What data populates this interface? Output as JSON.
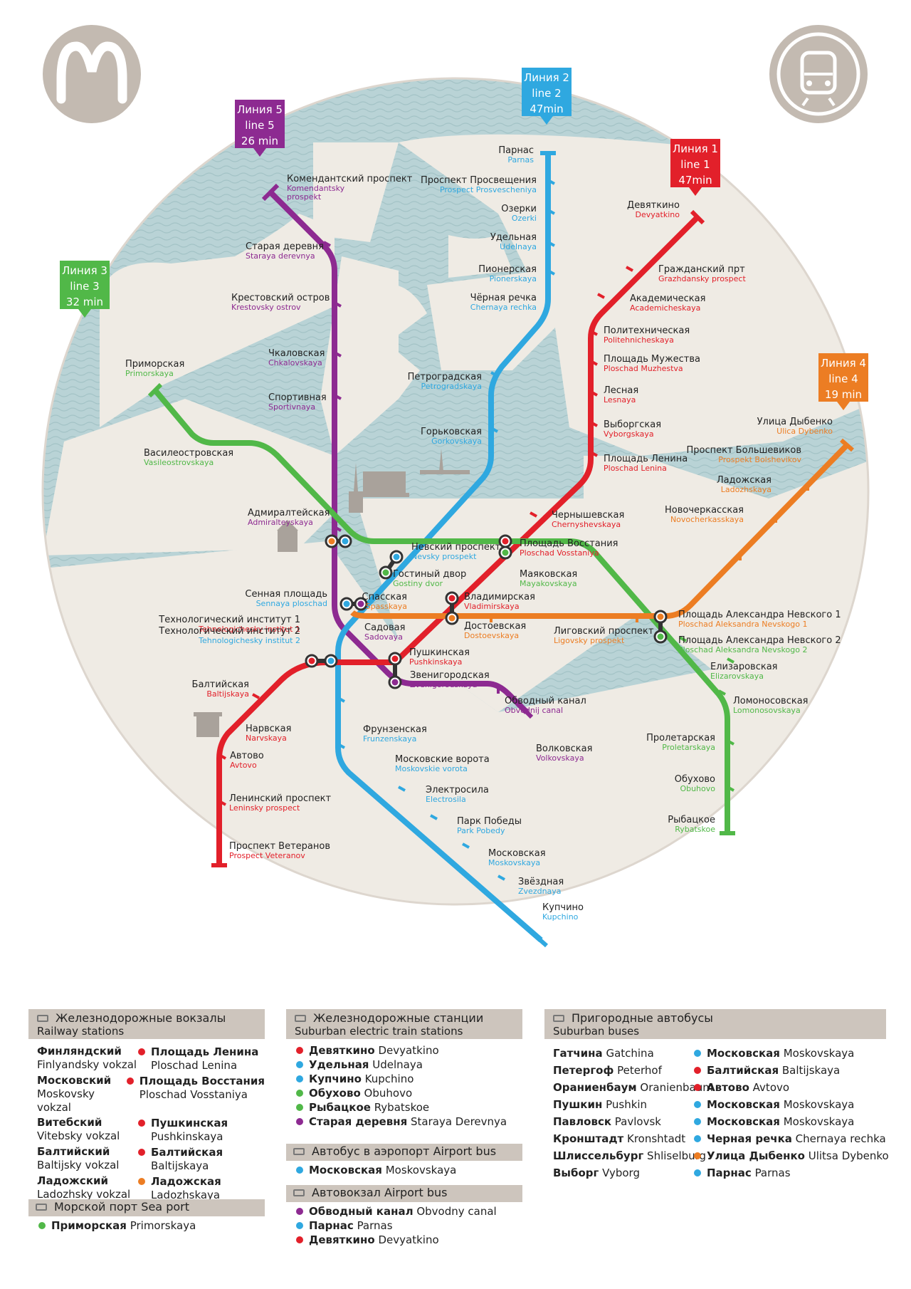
{
  "colors": {
    "line1": "#e2202a",
    "line2": "#2fa8e0",
    "line3": "#51b848",
    "line4": "#ec7d23",
    "line5": "#8d2a91",
    "water": "#b9d3d6",
    "land": "#efebe4",
    "legend_header": "#cdc5bd",
    "logo_circle": "#c3bab1"
  },
  "icons": {
    "metro_logo": "metro-m-logo",
    "train_logo": "train-icon",
    "railway_icon": "train-icon",
    "bus_icon": "bus-icon",
    "ship_icon": "ship-icon",
    "plane_icon": "plane-icon"
  },
  "badges": [
    {
      "id": "line5",
      "lines": [
        "Линия 5",
        "line 5",
        "26 min"
      ],
      "color": "#8d2a91"
    },
    {
      "id": "line2",
      "lines": [
        "Линия 2",
        "line 2",
        "47min"
      ],
      "color": "#2fa8e0"
    },
    {
      "id": "line1",
      "lines": [
        "Линия 1",
        "line 1",
        "47min"
      ],
      "color": "#e2202a"
    },
    {
      "id": "line3",
      "lines": [
        "Линия 3",
        "line 3",
        "32 min"
      ],
      "color": "#51b848"
    },
    {
      "id": "line4",
      "lines": [
        "Линия 4",
        "line 4",
        "19 min"
      ],
      "color": "#ec7d23"
    }
  ],
  "stations": [
    {
      "ru": "Комендантский проспект",
      "en": [
        "Komendantsky",
        "prospekt"
      ],
      "line": 5
    },
    {
      "ru": "Старая деревня",
      "en": [
        "Staraya derevnya"
      ],
      "line": 5
    },
    {
      "ru": "Крестовский остров",
      "en": [
        "Krestovsky ostrov"
      ],
      "line": 5
    },
    {
      "ru": "Чкаловская",
      "en": [
        "Chkalovskaya"
      ],
      "line": 5
    },
    {
      "ru": "Спортивная",
      "en": [
        "Sportivnaya"
      ],
      "line": 5
    },
    {
      "ru": "Адмиралтейская",
      "en": [
        "Admiralteyskaya"
      ],
      "line": 5
    },
    {
      "ru": "Звенигородская",
      "en": [
        "Zvenigorodskaya"
      ],
      "line": 5
    },
    {
      "ru": "Обводный канал",
      "en": [
        "Obvodnij canal"
      ],
      "line": 5
    },
    {
      "ru": "Волковская",
      "en": [
        "Volkovskaya"
      ],
      "line": 5
    },
    {
      "ru": "Садовая",
      "en": [
        "Sadovaya"
      ],
      "line": 5
    },
    {
      "ru": "Парнас",
      "en": [
        "Parnas"
      ],
      "line": 2
    },
    {
      "ru": "Проспект  Просвещения",
      "en": [
        "Prospect Prosvescheniya"
      ],
      "line": 2
    },
    {
      "ru": "Озерки",
      "en": [
        "Ozerki"
      ],
      "line": 2
    },
    {
      "ru": "Удельная",
      "en": [
        "Udelnaya"
      ],
      "line": 2
    },
    {
      "ru": "Пионерская",
      "en": [
        "Pionerskaya"
      ],
      "line": 2
    },
    {
      "ru": "Чёрная речка",
      "en": [
        "Chernaya rechka"
      ],
      "line": 2
    },
    {
      "ru": "Петроградская",
      "en": [
        "Petrogradskaya"
      ],
      "line": 2
    },
    {
      "ru": "Горьковская",
      "en": [
        "Gorkovskaya"
      ],
      "line": 2
    },
    {
      "ru": "Невский проспект",
      "en": [
        "Nevsky prospekt"
      ],
      "line": 2
    },
    {
      "ru": "Сенная площадь",
      "en": [
        "Sennaya ploschad"
      ],
      "line": 2
    },
    {
      "ru": "Фрунзенская",
      "en": [
        "Frunzenskaya"
      ],
      "line": 2
    },
    {
      "ru": "Московские ворота",
      "en": [
        "Moskovskie vorota"
      ],
      "line": 2
    },
    {
      "ru": "Электросила",
      "en": [
        "Electrosila"
      ],
      "line": 2
    },
    {
      "ru": "Парк Победы",
      "en": [
        "Park Pobedy"
      ],
      "line": 2
    },
    {
      "ru": "Московская",
      "en": [
        "Moskovskaya"
      ],
      "line": 2
    },
    {
      "ru": "Звёздная",
      "en": [
        "Zvezdnaya"
      ],
      "line": 2
    },
    {
      "ru": "Купчино",
      "en": [
        "Kupchino"
      ],
      "line": 2
    },
    {
      "ru": "Девяткино",
      "en": [
        "Devyatkino"
      ],
      "line": 1
    },
    {
      "ru": "Гражданский прт",
      "en": [
        "Grazhdansky prospect"
      ],
      "line": 1
    },
    {
      "ru": "Академическая",
      "en": [
        "Academicheskaya"
      ],
      "line": 1
    },
    {
      "ru": "Политехническая",
      "en": [
        "Politehnicheskaya"
      ],
      "line": 1
    },
    {
      "ru": "Площадь Мужества",
      "en": [
        "Ploschad Muzhestva"
      ],
      "line": 1
    },
    {
      "ru": "Лесная",
      "en": [
        "Lesnaya"
      ],
      "line": 1
    },
    {
      "ru": "Выборгская",
      "en": [
        "Vyborgskaya"
      ],
      "line": 1
    },
    {
      "ru": "Площадь Ленина",
      "en": [
        "Ploschad Lenina"
      ],
      "line": 1
    },
    {
      "ru": "Чернышевская",
      "en": [
        "Chernyshevskaya"
      ],
      "line": 1
    },
    {
      "ru": "Площадь Восстания",
      "en": [
        "Ploschad Vosstaniya"
      ],
      "line": 1
    },
    {
      "ru": "Владимирская",
      "en": [
        "Vladimirskaya"
      ],
      "line": 1
    },
    {
      "ru": "Пушкинская",
      "en": [
        "Pushkinskaya"
      ],
      "line": 1
    },
    {
      "ru": "Технологический институт 1",
      "en": [
        "Tehnologichesky institut 1"
      ],
      "line": 1
    },
    {
      "ru": "Технологический институт 2",
      "en": [
        "Tehnologichesky institut 2"
      ],
      "line": 2
    },
    {
      "ru": "Балтийская",
      "en": [
        "Baltijskaya"
      ],
      "line": 1
    },
    {
      "ru": "Нарвская",
      "en": [
        "Narvskaya"
      ],
      "line": 1
    },
    {
      "ru": "Автово",
      "en": [
        "Avtovo"
      ],
      "line": 1
    },
    {
      "ru": "Ленинский проспект",
      "en": [
        "Leninsky prospect"
      ],
      "line": 1
    },
    {
      "ru": "Проспект Ветеранов",
      "en": [
        "Prospect Veteranov"
      ],
      "line": 1
    },
    {
      "ru": "Приморская",
      "en": [
        "Primorskaya"
      ],
      "line": 3
    },
    {
      "ru": "Василеостровская",
      "en": [
        "Vasileostrovskaya"
      ],
      "line": 3
    },
    {
      "ru": "Гостиный двор",
      "en": [
        "Gostiny dvor"
      ],
      "line": 3
    },
    {
      "ru": "Маяковская",
      "en": [
        "Mayakovskaya"
      ],
      "line": 3
    },
    {
      "ru": "Площадь Александра Невского 2",
      "en": [
        "Ploschad Aleksandra Nevskogo 2"
      ],
      "line": 3
    },
    {
      "ru": "Елизаровская",
      "en": [
        "Elizarovskaya"
      ],
      "line": 3
    },
    {
      "ru": "Ломоносовская",
      "en": [
        "Lomonosovskaya"
      ],
      "line": 3
    },
    {
      "ru": "Пролетарская",
      "en": [
        "Proletarskaya"
      ],
      "line": 3
    },
    {
      "ru": "Обухово",
      "en": [
        "Obuhovo"
      ],
      "line": 3
    },
    {
      "ru": "Рыбацкое",
      "en": [
        "Rybatskoe"
      ],
      "line": 3
    },
    {
      "ru": "Улица Дыбенко",
      "en": [
        "Ulica Dybenko"
      ],
      "line": 4
    },
    {
      "ru": "Проспект Большевиков",
      "en": [
        "Prospekt Bolshevikov"
      ],
      "line": 4
    },
    {
      "ru": "Ладожская",
      "en": [
        "Ladozhskaya"
      ],
      "line": 4
    },
    {
      "ru": "Новочеркасская",
      "en": [
        "Novocherkasskaya"
      ],
      "line": 4
    },
    {
      "ru": "Площадь Александра Невского 1",
      "en": [
        "Ploschad Aleksandra Nevskogo 1"
      ],
      "line": 4
    },
    {
      "ru": "Лиговский проспект",
      "en": [
        "Ligovsky prospekt"
      ],
      "line": 4
    },
    {
      "ru": "Достоевская",
      "en": [
        "Dostoevskaya"
      ],
      "line": 4
    },
    {
      "ru": "Спасская",
      "en": [
        "Spasskaya"
      ],
      "line": 4
    }
  ],
  "legend": {
    "railway": {
      "title_ru": "Железнодорожные вокзалы",
      "title_en": "Railway stations",
      "items": [
        {
          "bold": "Финляндский",
          "sub": "Finlyandsky vokzal",
          "station_ru": "Площадь Ленина",
          "station_en": "Ploschad Lenina",
          "color": "#e2202a"
        },
        {
          "bold": "Московский",
          "sub": "Moskovsky  vokzal",
          "station_ru": "Площадь Восстания",
          "station_en": "Ploschad Vosstaniya",
          "color": "#e2202a"
        },
        {
          "bold": "Витебский",
          "sub": "Vitebsky vokzal",
          "station_ru": "Пушкинская",
          "station_en": "Pushkinskaya",
          "color": "#e2202a"
        },
        {
          "bold": "Балтийский",
          "sub": "Baltijsky vokzal",
          "station_ru": "Балтийская",
          "station_en": "Baltijskaya",
          "color": "#e2202a"
        },
        {
          "bold": "Ладожский",
          "sub": "Ladozhsky vokzal",
          "station_ru": "Ладожская",
          "station_en": "Ladozhskaya",
          "color": "#ec7d23"
        }
      ]
    },
    "seaport": {
      "title": "Морской порт Sea port",
      "items": [
        {
          "ru": "Приморская",
          "en": "Primorskaya",
          "color": "#51b848"
        }
      ]
    },
    "suburban": {
      "title_ru": "Железнодорожные станции",
      "title_en": "Suburban electric train stations",
      "items": [
        {
          "ru": "Девяткино",
          "en": "Devyatkino",
          "color": "#e2202a"
        },
        {
          "ru": "Удельная",
          "en": "Udelnaya",
          "color": "#2fa8e0"
        },
        {
          "ru": "Купчино",
          "en": "Kupchino",
          "color": "#2fa8e0"
        },
        {
          "ru": "Обухово",
          "en": "Obuhovo",
          "color": "#51b848"
        },
        {
          "ru": "Рыбацкое",
          "en": "Rybatskoe",
          "color": "#51b848"
        },
        {
          "ru": "Старая деревня",
          "en": "Staraya Derevnya",
          "color": "#8d2a91"
        }
      ]
    },
    "airport": {
      "title": "Автобус в аэропорт Airport bus",
      "items": [
        {
          "ru": "Московская",
          "en": "Moskovskaya",
          "color": "#2fa8e0"
        }
      ]
    },
    "busstation": {
      "title": "Автовокзал Airport bus",
      "items": [
        {
          "ru": "Обводный канал",
          "en": "Obvodny canal",
          "color": "#8d2a91"
        },
        {
          "ru": "Парнас",
          "en": "Parnas",
          "color": "#2fa8e0"
        },
        {
          "ru": "Девяткино",
          "en": "Devyatkino",
          "color": "#e2202a"
        }
      ]
    },
    "buses": {
      "title_ru": "Пригородные автобусы",
      "title_en": "Suburban buses",
      "items": [
        {
          "bold": "Гатчина",
          "sub": "Gatchina",
          "station_ru": "Московская",
          "station_en": "Moskovskaya",
          "color": "#2fa8e0"
        },
        {
          "bold": "Петергоф",
          "sub": "Peterhof",
          "station_ru": "Балтийская",
          "station_en": "Baltijskaya",
          "color": "#e2202a"
        },
        {
          "bold": "Ораниенбаум",
          "sub": "Oranienbaum",
          "station_ru": "Автово",
          "station_en": "Avtovo",
          "color": "#e2202a"
        },
        {
          "bold": "Пушкин",
          "sub": "Pushkin",
          "station_ru": "Московская",
          "station_en": "Moskovskaya",
          "color": "#2fa8e0"
        },
        {
          "bold": "Павловск",
          "sub": "Pavlovsk",
          "station_ru": "Московская",
          "station_en": "Moskovskaya",
          "color": "#2fa8e0"
        },
        {
          "bold": "Кронштадт",
          "sub": "Kronshtadt",
          "station_ru": "Черная речка",
          "station_en": "Chernaya rechka",
          "color": "#2fa8e0"
        },
        {
          "bold": "Шлиссельбург",
          "sub": "Shliselburg",
          "station_ru": "Улица Дыбенко",
          "station_en": "Ulitsa Dybenko",
          "color": "#ec7d23"
        },
        {
          "bold": "Выборг",
          "sub": "Vyborg",
          "station_ru": "Парнас",
          "station_en": "Parnas",
          "color": "#2fa8e0"
        }
      ]
    }
  }
}
